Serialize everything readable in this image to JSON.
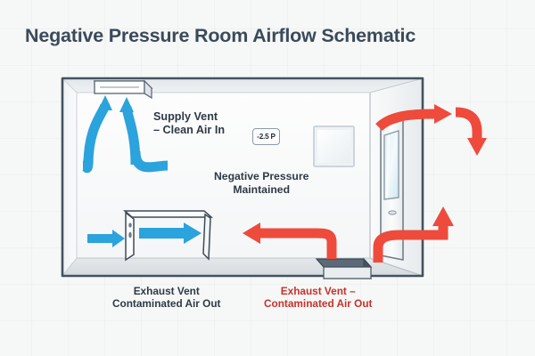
{
  "figure": {
    "title": "Negative Pressure Room Airflow Schematic",
    "title_color": "#3b4a5a",
    "background_color": "#f6f7f7"
  },
  "diagram": {
    "room_outline_color": "#44525f",
    "wall_fill_color": "#fbfcfc",
    "ceiling_fill_color": "#e9ecee",
    "floor_fill_color": "#dfe3e6",
    "supply_arrow_color": "#2ba3dc",
    "exhaust_arrow_color": "#ee4b3c"
  },
  "labels": {
    "supply_vent": "Supply Vent\n– Clean Air In",
    "negative_pressure": "Negative Pressure\nMaintained",
    "exhaust_left": "Exhaust Vent\nContaminated Air Out",
    "exhaust_right": "Exhaust Vent –\nContaminated Air Out",
    "exhaust_right_color": "#c4332c"
  },
  "pressure_badge": {
    "value": "-2.5 P",
    "border_color": "#8f9ba6"
  },
  "elements": {
    "ceiling_diffuser": "ceiling-supply-diffuser",
    "wall_window": "back-wall-window-panel",
    "door": "right-wall-door",
    "door_window": "door-vision-panel",
    "door_handle": "door-handle",
    "bed_table": "patient-bed-table",
    "floor_exhaust_grille": "floor-exhaust-grille"
  }
}
